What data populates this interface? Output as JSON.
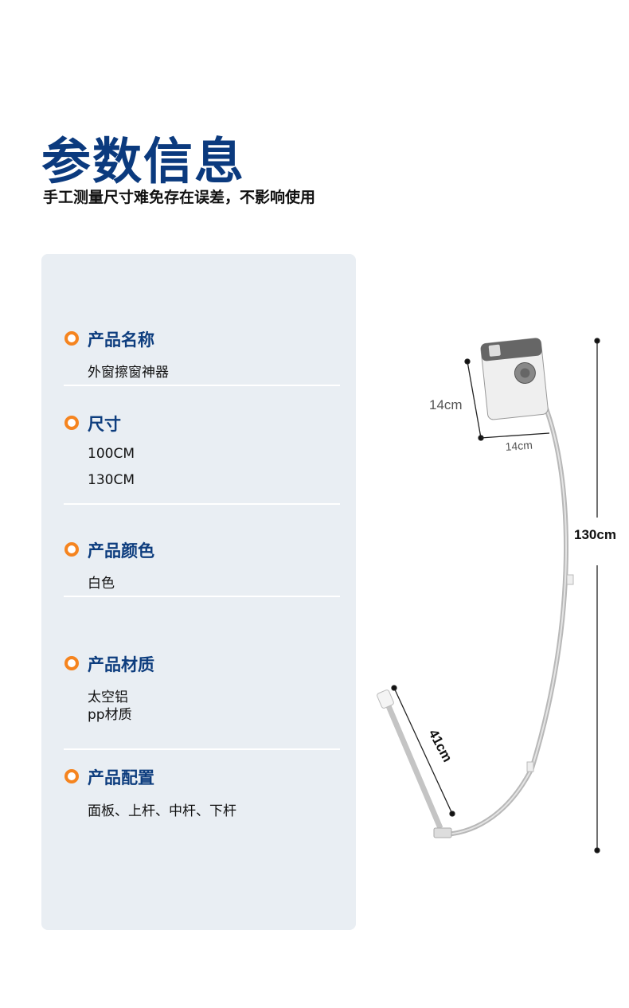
{
  "header": {
    "title": "参数信息",
    "subtitle": "手工测量尺寸难免存在误差，不影响使用"
  },
  "specs": [
    {
      "label": "产品名称",
      "values": [
        "外窗擦窗神器"
      ]
    },
    {
      "label": "尺寸",
      "values": [
        "100CM",
        "130CM"
      ]
    },
    {
      "label": "产品颜色",
      "values": [
        "白色"
      ]
    },
    {
      "label": "产品材质",
      "values": [
        "太空铝",
        "pp材质"
      ]
    },
    {
      "label": "产品配置",
      "values": [
        "面板、上杆、中杆、下杆"
      ]
    }
  ],
  "dimensions": {
    "panel_height": "14cm",
    "panel_width": "14cm",
    "total_length": "130cm",
    "lower_pole": "41cm"
  },
  "colors": {
    "title": "#0b3a7e",
    "accent": "#f5841f",
    "panel": "#e9eef3"
  }
}
